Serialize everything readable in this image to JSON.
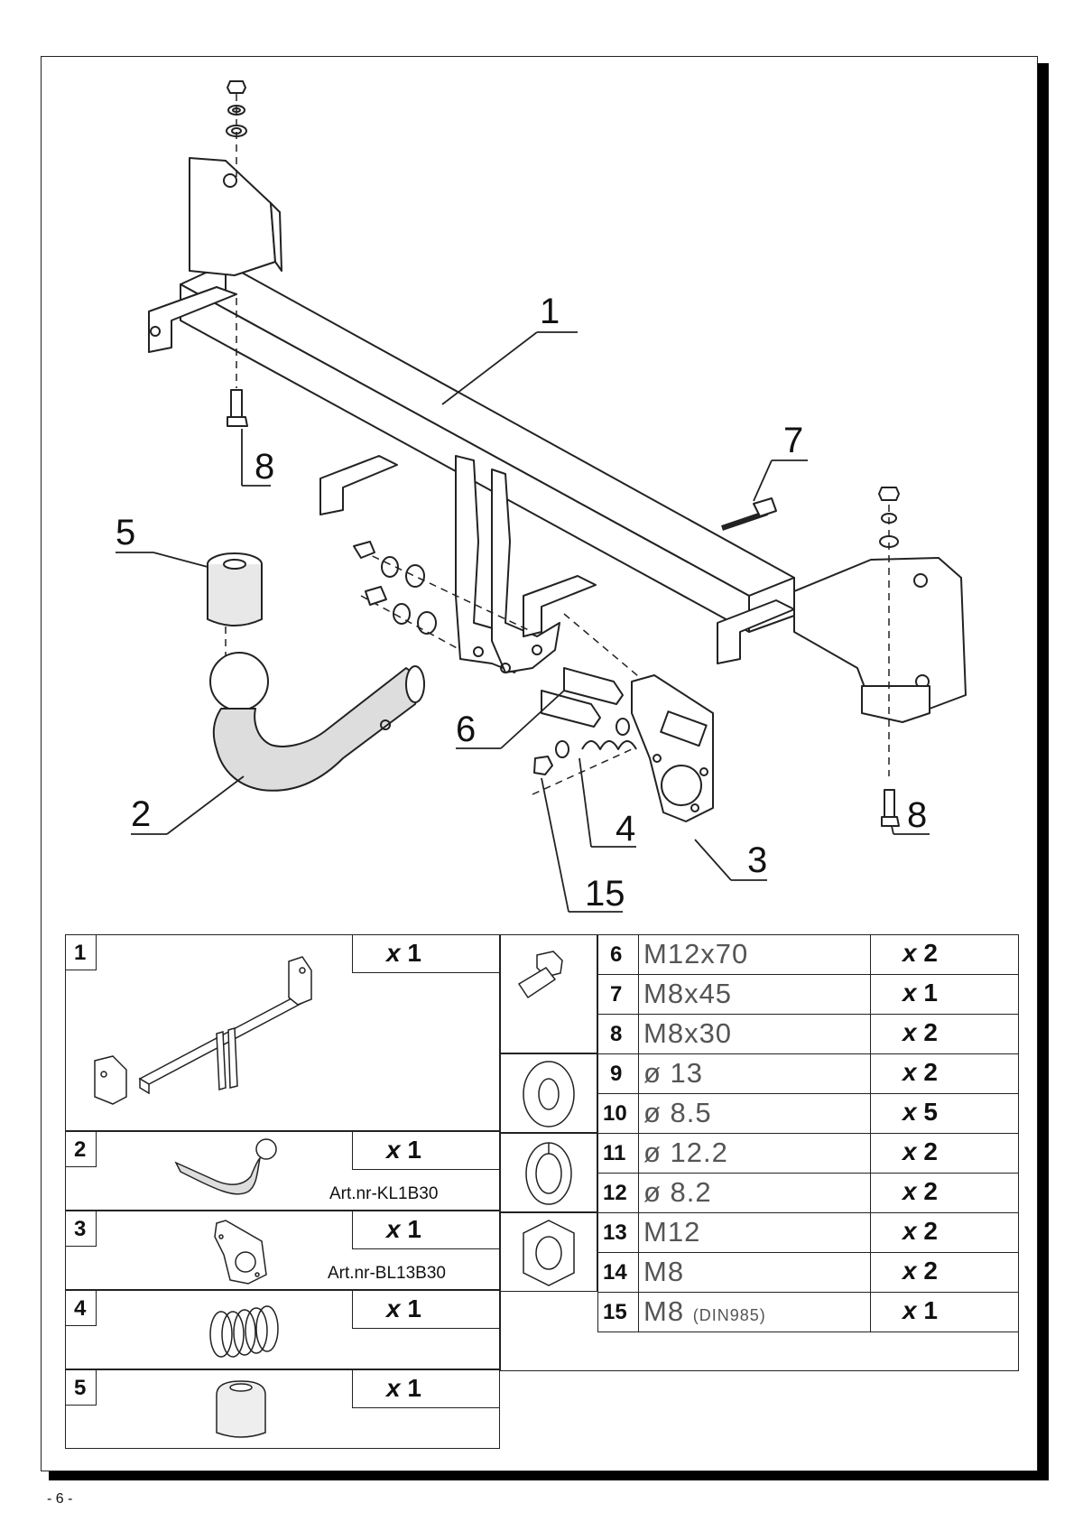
{
  "callouts": {
    "c1": "1",
    "c2": "2",
    "c3": "3",
    "c4": "4",
    "c5": "5",
    "c6": "6",
    "c7": "7",
    "c8a": "8",
    "c8b": "8",
    "c15": "15"
  },
  "parts_left": [
    {
      "no": "1",
      "qty_x": "x",
      "qty_n": "1",
      "art": ""
    },
    {
      "no": "2",
      "qty_x": "x",
      "qty_n": "1",
      "art": "Art.nr-KL1B30"
    },
    {
      "no": "3",
      "qty_x": "x",
      "qty_n": "1",
      "art": "Art.nr-BL13B30"
    },
    {
      "no": "4",
      "qty_x": "x",
      "qty_n": "1",
      "art": ""
    },
    {
      "no": "5",
      "qty_x": "x",
      "qty_n": "1",
      "art": ""
    }
  ],
  "parts_right": [
    {
      "no": "6",
      "spec": "M12x70",
      "spec_note": "",
      "qty_x": "x",
      "qty_n": "2"
    },
    {
      "no": "7",
      "spec": "M8x45",
      "spec_note": "",
      "qty_x": "x",
      "qty_n": "1"
    },
    {
      "no": "8",
      "spec": "M8x30",
      "spec_note": "",
      "qty_x": "x",
      "qty_n": "2"
    },
    {
      "no": "9",
      "spec": "ø 13",
      "spec_note": "",
      "qty_x": "x",
      "qty_n": "2"
    },
    {
      "no": "10",
      "spec": "ø 8.5",
      "spec_note": "",
      "qty_x": "x",
      "qty_n": "5"
    },
    {
      "no": "11",
      "spec": "ø 12.2",
      "spec_note": "",
      "qty_x": "x",
      "qty_n": "2"
    },
    {
      "no": "12",
      "spec": "ø 8.2",
      "spec_note": "",
      "qty_x": "x",
      "qty_n": "2"
    },
    {
      "no": "13",
      "spec": "M12",
      "spec_note": "",
      "qty_x": "x",
      "qty_n": "2"
    },
    {
      "no": "14",
      "spec": "M8",
      "spec_note": "",
      "qty_x": "x",
      "qty_n": "2"
    },
    {
      "no": "15",
      "spec": "M8",
      "spec_note": "(DIN985)",
      "qty_x": "x",
      "qty_n": "1"
    }
  ],
  "page_number": "- 6 -"
}
